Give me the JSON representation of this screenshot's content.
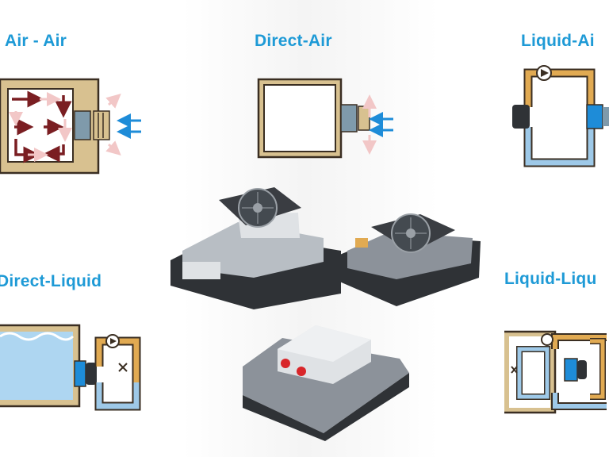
{
  "labels": {
    "air_air": "Air - Air",
    "direct_air": "Direct-Air",
    "liquid_air": "Liquid-Ai",
    "direct_liquid": "Direct-Liquid",
    "liquid_liquid": "Liquid-Liqu"
  },
  "colors": {
    "label": "#1e9ad6",
    "enclosure_fill": "#d8c190",
    "enclosure_stroke": "#3a2e22",
    "cold_flow": "#1e8cd8",
    "hot_flow": "#7a1e22",
    "warm_flow": "#f2c7c7",
    "pipe_warm": "#e1aa52",
    "pipe_cool": "#9ec9e8",
    "water": "#aed6f1",
    "heatsink": "#7f9aab",
    "product_metal": "#b8bec4",
    "product_dark": "#2f3236"
  },
  "icons": [
    "arrow-icon",
    "fan-icon",
    "pump-icon",
    "heat-sink-icon"
  ]
}
